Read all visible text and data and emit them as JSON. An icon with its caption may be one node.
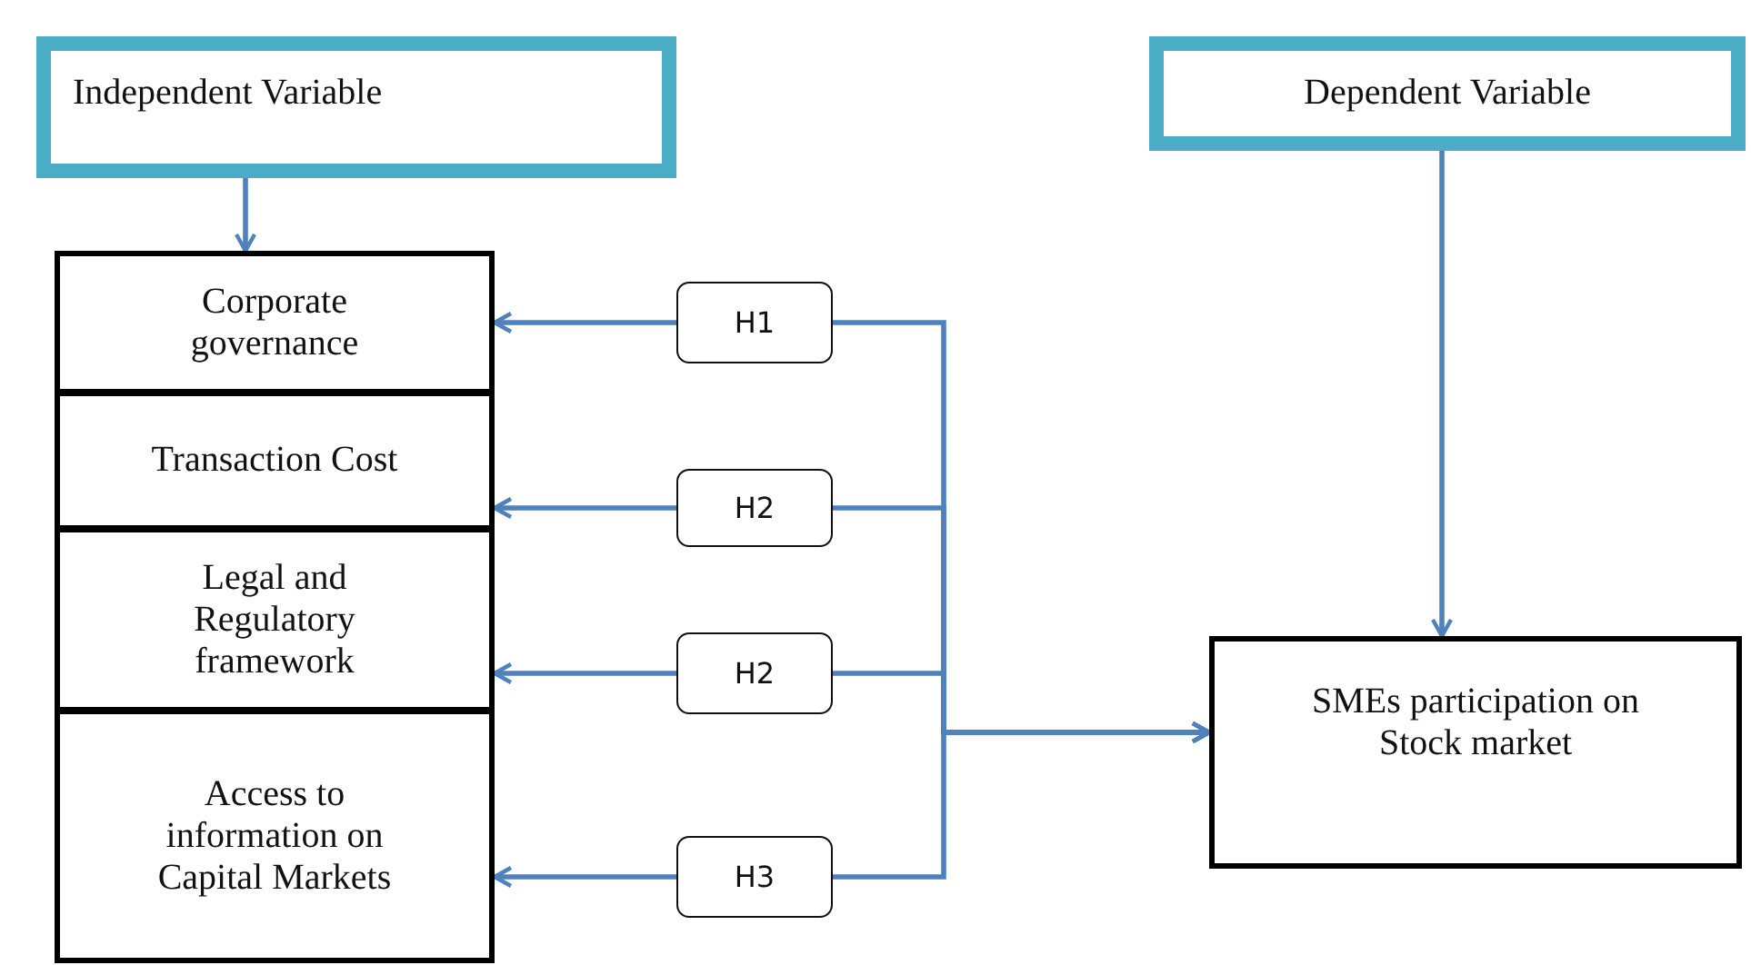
{
  "diagram": {
    "nodes": [
      {
        "text": [
          "Independent Variable"
        ]
      },
      {
        "text": [
          "Corporate governance"
        ]
      },
      {
        "text": [
          "Transaction Cost"
        ]
      },
      {
        "text": [
          "Legal and Regulatory framework"
        ]
      },
      {
        "text": [
          "Access to information on Capital Markets"
        ]
      },
      {
        "text": [
          "Dependent Variable"
        ]
      },
      {
        "text": [
          "H1"
        ]
      },
      {
        "text": [
          "H2"
        ]
      },
      {
        "text": [
          "H2"
        ]
      },
      {
        "text": [
          "H3"
        ]
      },
      {
        "text": [
          "SMEs participation on Stock market"
        ]
      }
    ],
    "edges": [
      {
        "from": 0,
        "to": 1,
        "arrow": "to"
      },
      {
        "from": 5,
        "to": 10,
        "arrow": "to"
      },
      {
        "from": 6,
        "to": 1,
        "arrow": "to"
      },
      {
        "from": 7,
        "to": 2,
        "arrow": "to"
      },
      {
        "from": 8,
        "to": 3,
        "arrow": "to"
      },
      {
        "from": 9,
        "to": 4,
        "arrow": "to"
      },
      {
        "from": 6,
        "to": 10,
        "arrow": "to"
      },
      {
        "from": 7,
        "to": 10,
        "arrow": "to"
      },
      {
        "from": 8,
        "to": 10,
        "arrow": "to"
      },
      {
        "from": 9,
        "to": 10,
        "arrow": "to"
      }
    ]
  }
}
